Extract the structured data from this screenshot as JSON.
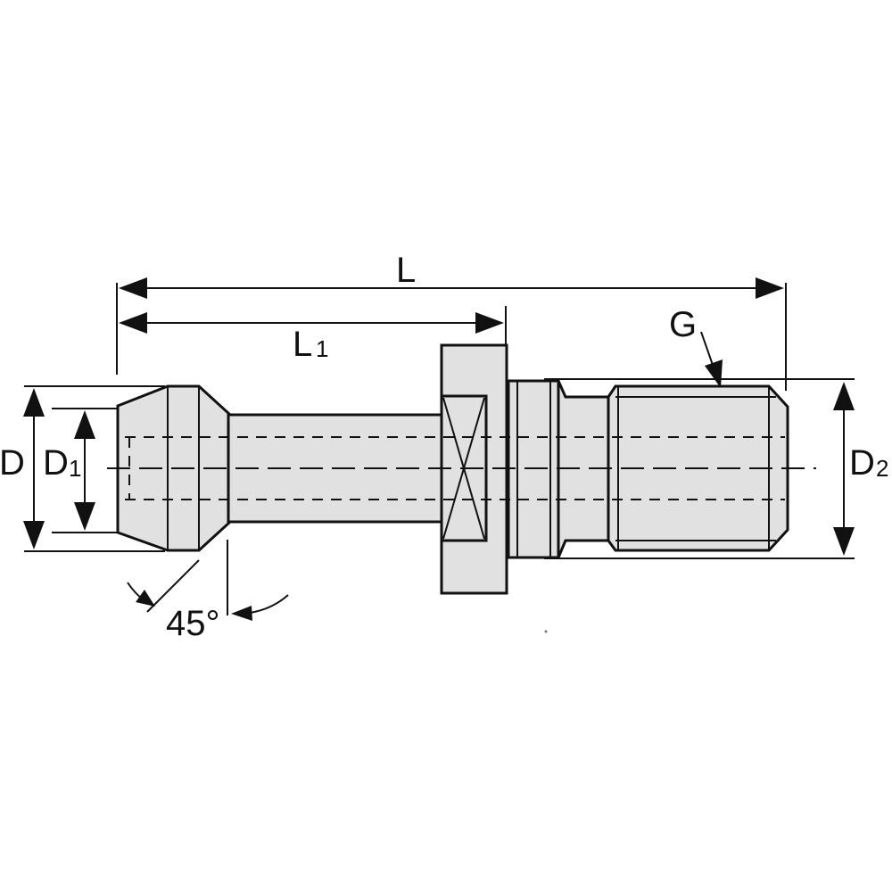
{
  "labels": {
    "overall_length": "L",
    "length_to_flange": "L",
    "length_to_flange_sub": "1",
    "thread": "G",
    "head_diameter": "D",
    "head_inner_diameter": "D",
    "head_inner_diameter_sub": "1",
    "thread_diameter": "D",
    "thread_diameter_sub": "2",
    "angle": "45°"
  }
}
